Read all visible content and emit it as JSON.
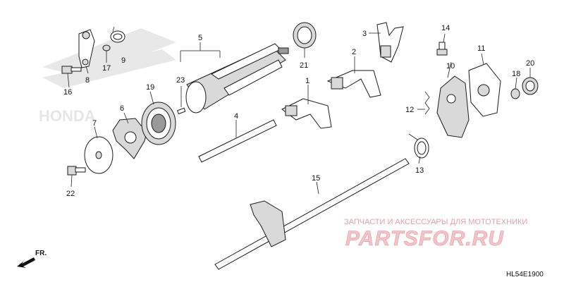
{
  "callouts": {
    "c1": "1",
    "c2": "2",
    "c3": "3",
    "c4": "4",
    "c5": "5",
    "c6": "6",
    "c7": "7",
    "c8": "8",
    "c9": "9",
    "c10": "10",
    "c11": "11",
    "c12": "12",
    "c13": "13",
    "c14": "14",
    "c15": "15",
    "c16": "16",
    "c17": "17",
    "c18": "18",
    "c19": "19",
    "c20": "20",
    "c21": "21",
    "c22": "22",
    "c23": "23"
  },
  "watermark": {
    "caption": "ЗАПЧАСТИ И АКСЕССУАРЫ ДЛЯ МОТОТЕХНИКИ",
    "logo": "PARTSFOR.RU"
  },
  "background_brand": "HONDA",
  "diagram_code": "HL54E1900",
  "direction_label": "FR.",
  "colors": {
    "ink": "#1a1a1a",
    "watermark": "#e8a0a8"
  }
}
